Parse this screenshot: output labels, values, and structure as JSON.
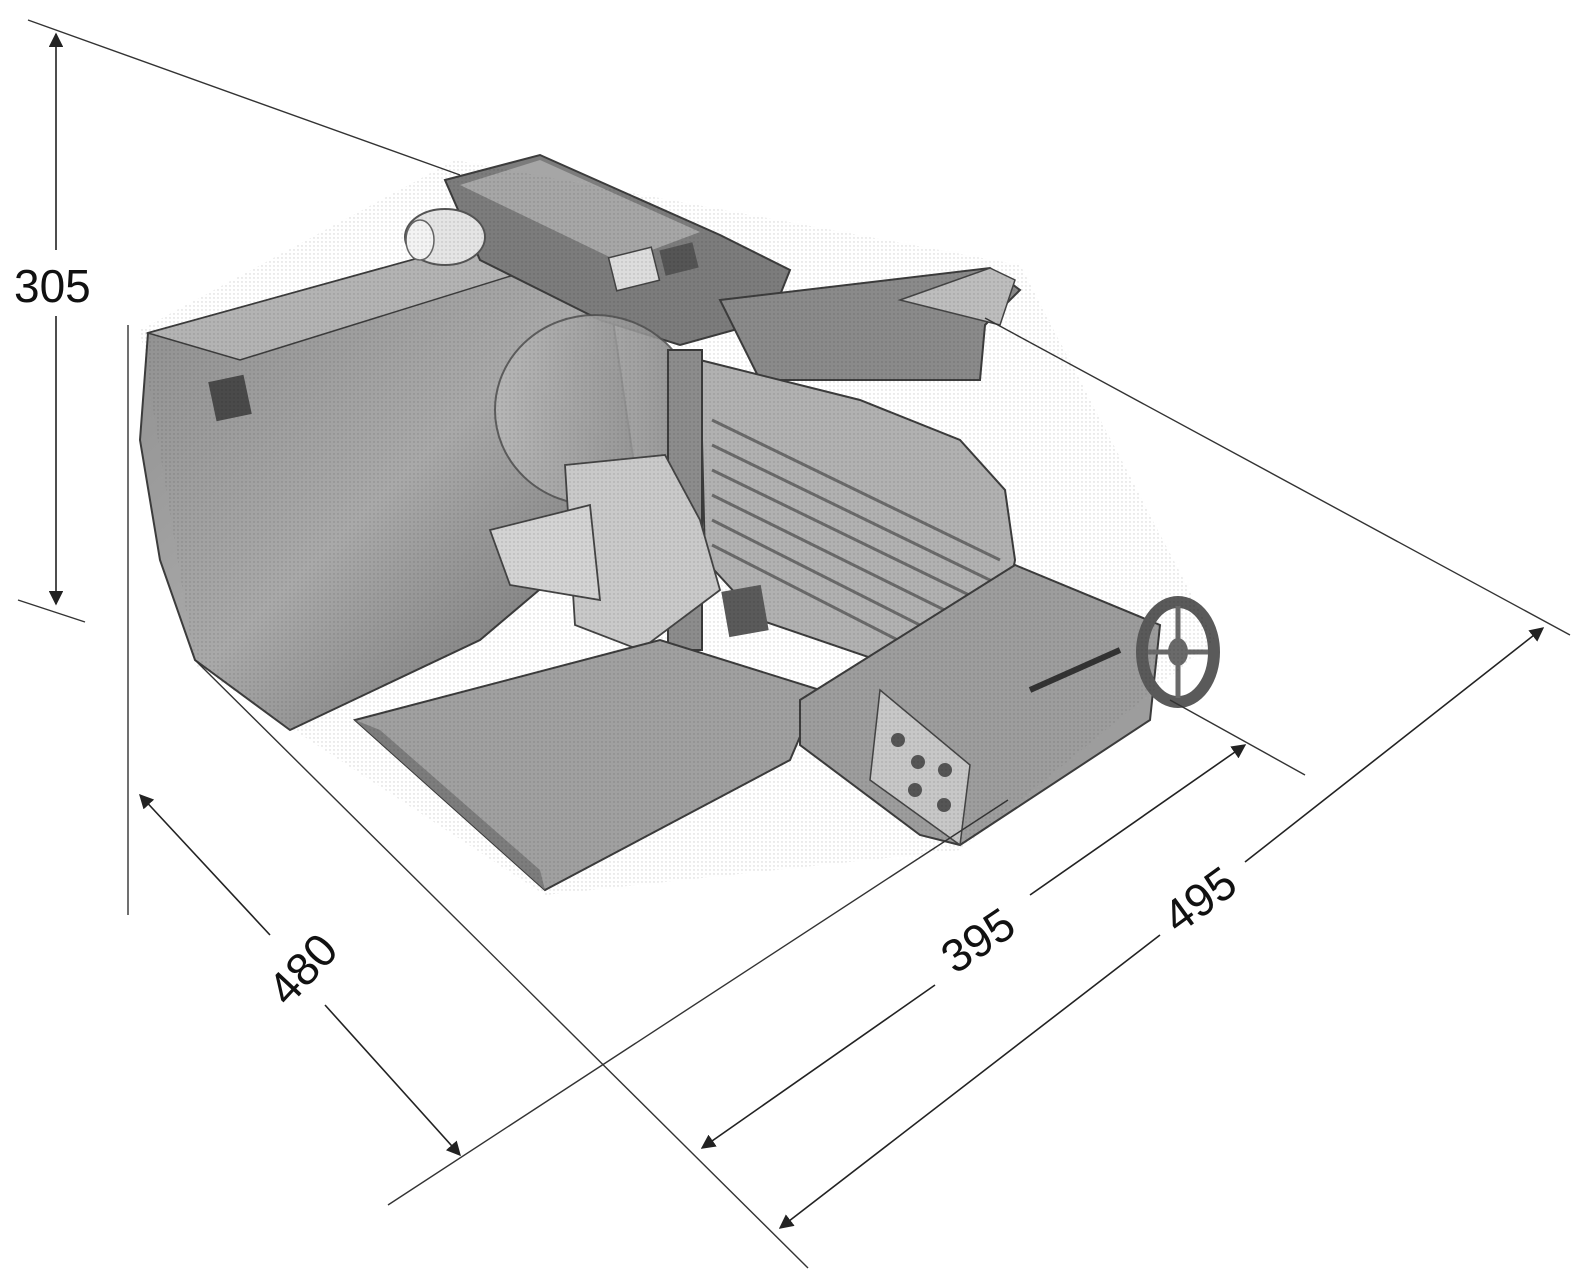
{
  "diagram": {
    "colors": {
      "line": "#222222",
      "text": "#111111",
      "metal_dark": "#6e6e6e",
      "metal_mid": "#9a9a9a",
      "metal_light": "#c4c4c4"
    },
    "dimensions": {
      "height": "305",
      "depth": "480",
      "base_width": "395",
      "overall_width": "495"
    },
    "illustration": {
      "subject_icon": "meat-slicer-icon",
      "style": "greyscale halftone product photo"
    }
  }
}
